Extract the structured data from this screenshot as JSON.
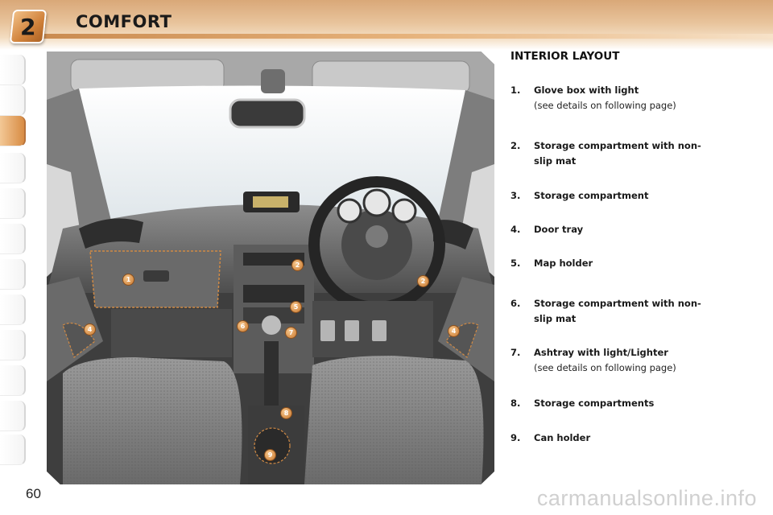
{
  "header": {
    "chapter_number": "2",
    "chapter_title": "COMFORT"
  },
  "section_title": "INTERIOR LAYOUT",
  "items": [
    {
      "number": "1.",
      "label": "Glove box with light",
      "note": "(see details on following page)"
    },
    {
      "number": "2.",
      "label": "Storage compartment with non-slip mat",
      "note": ""
    },
    {
      "number": "3.",
      "label": "Storage compartment",
      "note": ""
    },
    {
      "number": "4.",
      "label": "Door tray",
      "note": ""
    },
    {
      "number": "5.",
      "label": "Map holder",
      "note": ""
    },
    {
      "number": "6.",
      "label": "Storage compartment with non-slip mat",
      "note": ""
    },
    {
      "number": "7.",
      "label": "Ashtray with light/Lighter",
      "note": "(see details on following page)"
    },
    {
      "number": "8.",
      "label": "Storage compartments",
      "note": ""
    },
    {
      "number": "9.",
      "label": "Can holder",
      "note": ""
    }
  ],
  "callouts": [
    "1",
    "2",
    "2",
    "4",
    "4",
    "5",
    "6",
    "7",
    "8",
    "9"
  ],
  "page_number": "60",
  "watermark": "carmanualsonline.info",
  "colors": {
    "accent": "#d0813a",
    "callout": "#c8782f"
  }
}
